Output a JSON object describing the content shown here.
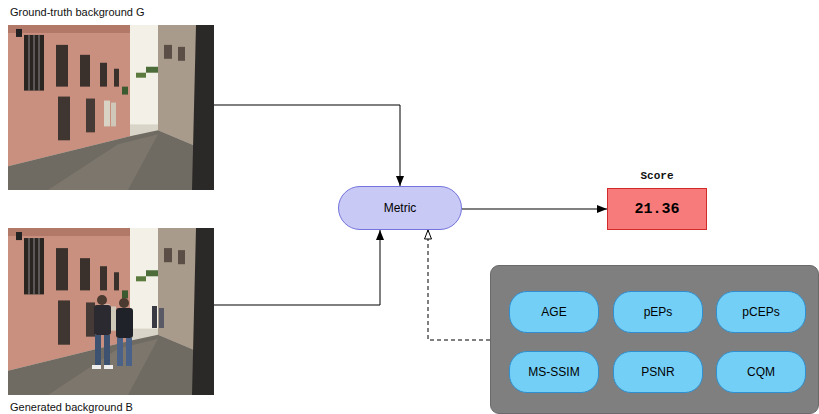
{
  "diagram": {
    "nodes": [
      {
        "text": [
          "Ground-truth background G"
        ]
      },
      {
        "text": [
          "Generated background B"
        ]
      },
      {
        "text": [
          "Metric"
        ]
      },
      {
        "text": [
          "Score",
          "21.36"
        ]
      },
      {
        "text": []
      },
      {
        "text": [
          "AGE"
        ],
        "in": 4
      },
      {
        "text": [
          "pEPs"
        ],
        "in": 4
      },
      {
        "text": [
          "pCEPs"
        ],
        "in": 4
      },
      {
        "text": [
          "MS-SSIM"
        ],
        "in": 4
      },
      {
        "text": [
          "PSNR"
        ],
        "in": 4
      },
      {
        "text": [
          "CQM"
        ],
        "in": 4
      }
    ],
    "edges": [
      {
        "from": 0,
        "to": 2,
        "arrow": "to"
      },
      {
        "from": 1,
        "to": 2,
        "arrow": "to"
      },
      {
        "from": 2,
        "to": 3,
        "arrow": "to"
      },
      {
        "from": 4,
        "to": 2,
        "arrow": "to"
      }
    ]
  }
}
